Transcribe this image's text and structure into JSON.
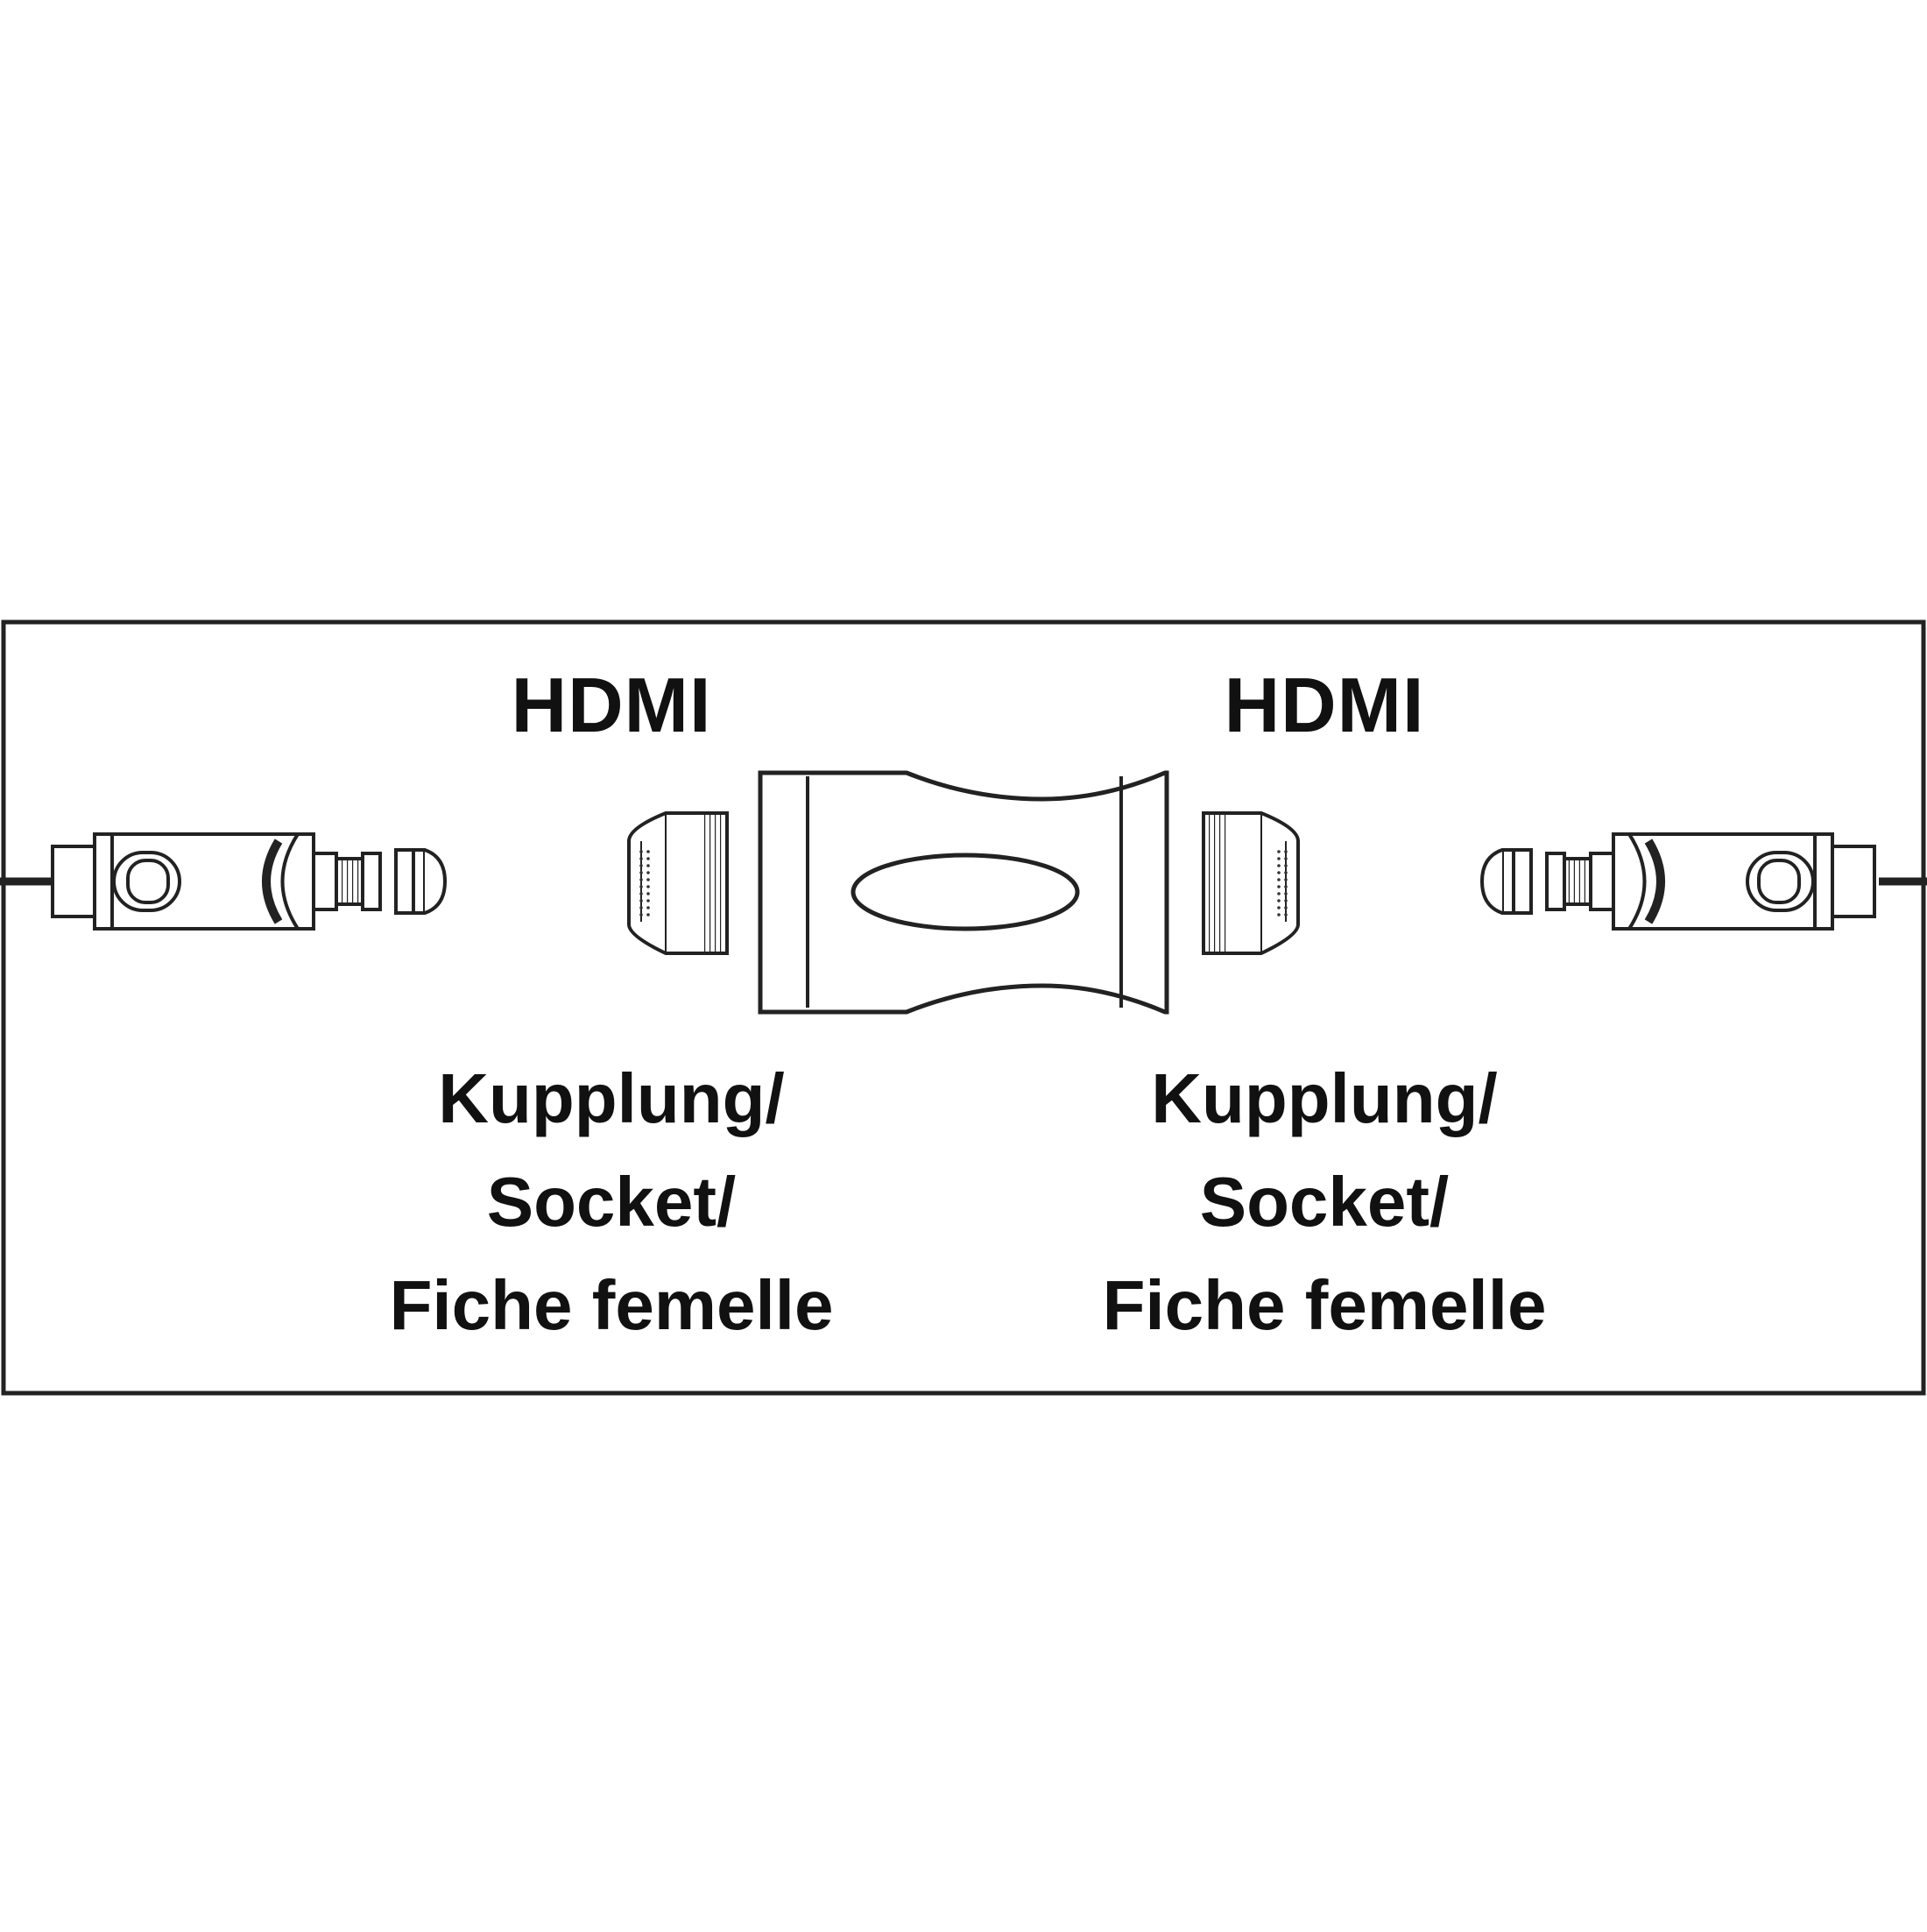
{
  "diagram": {
    "left": {
      "connector_type": "HDMI",
      "description_lines": [
        "Kupplung/",
        "Socket/",
        "Fiche femelle"
      ]
    },
    "right": {
      "connector_type": "HDMI",
      "description_lines": [
        "Kupplung/",
        "Socket/",
        "Fiche femelle"
      ]
    }
  },
  "colors": {
    "line": "#222222",
    "fill": "#ffffff",
    "text": "#111111"
  },
  "icons": [
    "hdmi-plug-icon",
    "hdmi-socket-end-icon",
    "hdmi-coupler-icon"
  ]
}
